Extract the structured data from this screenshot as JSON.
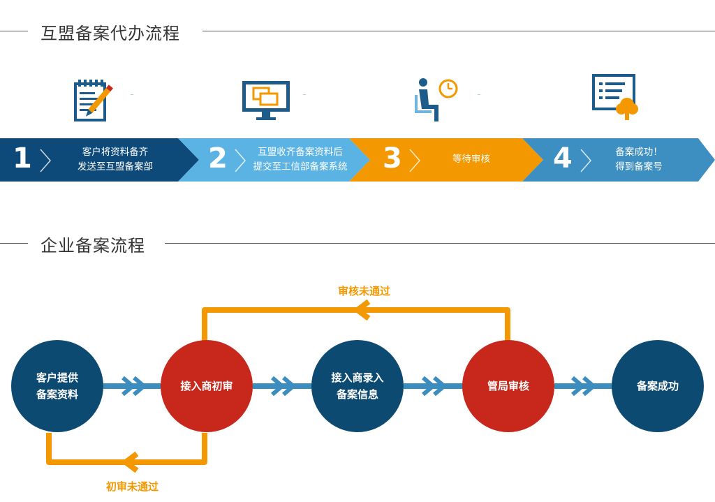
{
  "section1": {
    "title": "互盟备案代办流程"
  },
  "section2": {
    "title": "企业备案流程"
  },
  "steps": [
    {
      "num": "1",
      "line1": "客户将资料备齐",
      "line2": "发送至互盟备案部",
      "color": "#0d4a7a",
      "icon": "document-pencil-icon"
    },
    {
      "num": "2",
      "line1": "互盟收齐备案资料后",
      "line2": "提交至工信部备案系统",
      "color": "#5bb3e3",
      "icon": "monitor-windows-icon"
    },
    {
      "num": "3",
      "line1": "等待审核",
      "line2": "",
      "color": "#f39800",
      "icon": "person-waiting-clock-icon"
    },
    {
      "num": "4",
      "line1": "备案成功！",
      "line2": "得到备案号",
      "color": "#3d8fc1",
      "icon": "board-tree-icon"
    }
  ],
  "flow": {
    "nodes": [
      {
        "line1": "客户提供",
        "line2": "备案资料",
        "color": "#0d4a72"
      },
      {
        "line1": "接入商初审",
        "line2": "",
        "color": "#c7281b"
      },
      {
        "line1": "接入商录入",
        "line2": "备案信息",
        "color": "#0d4a72"
      },
      {
        "line1": "管局审核",
        "line2": "",
        "color": "#c7281b"
      },
      {
        "line1": "备案成功",
        "line2": "",
        "color": "#0d4a72"
      }
    ],
    "loop_top_label": "审核未通过",
    "loop_bottom_label": "初审未通过",
    "loop_color": "#f39800",
    "arrow_color": "#3b8cbf"
  }
}
